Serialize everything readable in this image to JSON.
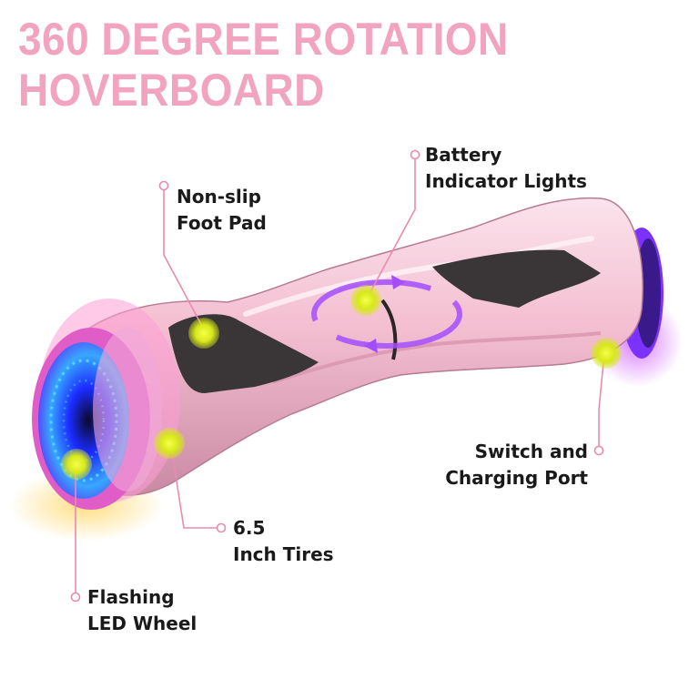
{
  "headline": {
    "line1": "360 DEGREE ROTATION",
    "line2": "HOVERBOARD"
  },
  "colors": {
    "accent": "#f2a3c0",
    "board": "#f2bfd0",
    "leader": "#e98bb1",
    "hotspot": "#e8f21a",
    "led_blue": "#3f7bff",
    "led_purple": "#a64dff"
  },
  "callouts": {
    "battery": {
      "line1": "Battery",
      "line2": "Indicator Lights"
    },
    "foot_pad": {
      "line1": "Non-slip",
      "line2": "Foot Pad"
    },
    "switch": {
      "line1": "Switch and",
      "line2": "Charging Port"
    },
    "tires": {
      "line1": "6.5",
      "line2": "Inch Tires"
    },
    "led_wheel": {
      "line1": "Flashing",
      "line2": "LED Wheel"
    }
  }
}
